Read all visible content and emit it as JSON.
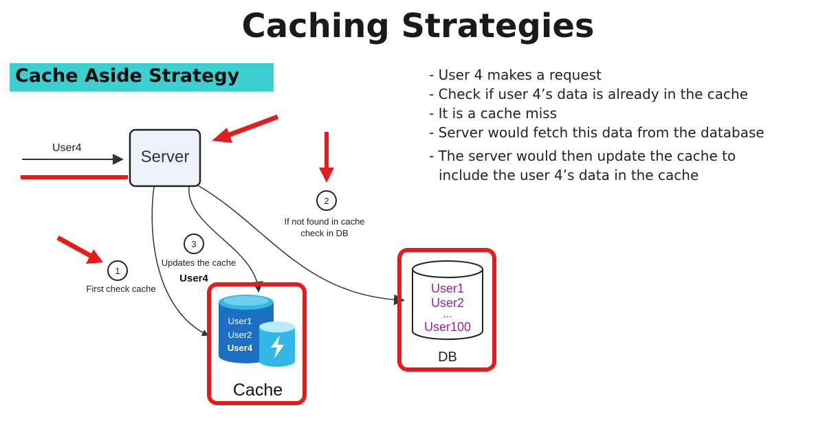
{
  "title": "Caching Strategies",
  "subtitle": "Cache Aside Strategy",
  "notes": [
    "- User 4 makes a request",
    "- Check if user 4’s data is already in the cache",
    "- It is a cache miss",
    "- Server would fetch this data from the database",
    "- The server would then update the cache to",
    "include the user 4’s data in the cache"
  ],
  "diagram": {
    "incoming_label": "User4",
    "server_label": "Server",
    "steps": [
      {
        "number": "1",
        "label": "First check cache"
      },
      {
        "number": "2",
        "label_line1": "If not found in cache",
        "label_line2": "check in DB"
      },
      {
        "number": "3",
        "label_line1": "Updates the cache",
        "label_line2": "User4"
      }
    ],
    "cache": {
      "label": "Cache",
      "entries": [
        "User1",
        "User2",
        "User4"
      ]
    },
    "db": {
      "label": "DB",
      "entries": [
        "User1",
        "User2",
        "...",
        "User100"
      ]
    }
  },
  "colors": {
    "accent_red": "#e51c1c",
    "badge_teal": "#3ccfcf",
    "server_fill": "#eef3fb",
    "db_text": "#9b1fa0",
    "cache_blue": "#1d6fc2",
    "cache_light": "#33b8e6"
  }
}
